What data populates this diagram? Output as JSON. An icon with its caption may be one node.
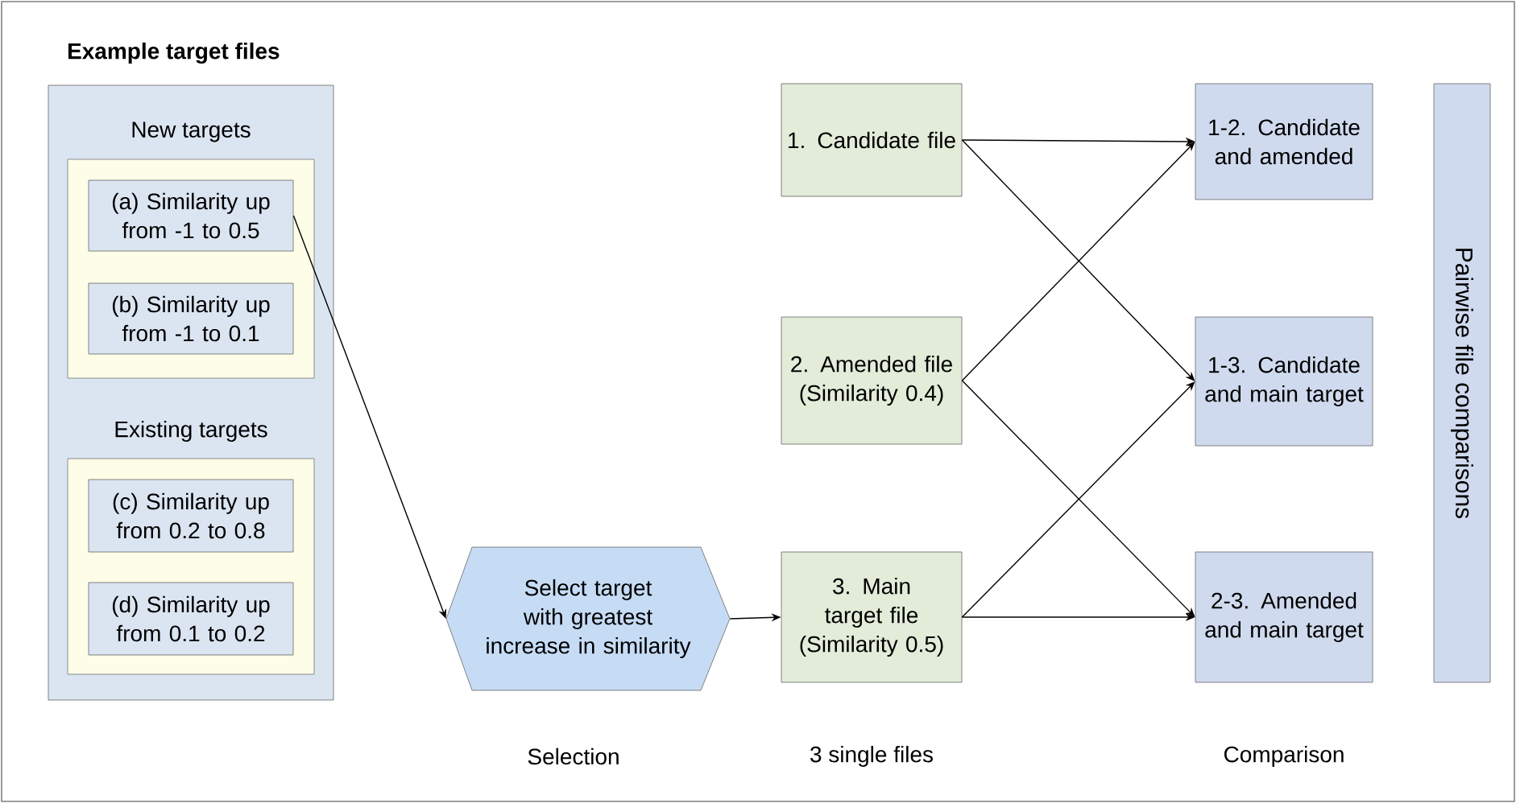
{
  "diagram": {
    "nodes": [
      {
        "text": [
          "Example target files"
        ]
      },
      {
        "text": [
          "New targets"
        ],
        "in": 0
      },
      {
        "text": [
          "(a) Similarity up from -1 to 0.5"
        ],
        "in": 1
      },
      {
        "text": [
          "(b) Similarity up from -1 to 0.1"
        ],
        "in": 1
      },
      {
        "text": [
          "Existing targets"
        ],
        "in": 0
      },
      {
        "text": [
          "(c) Similarity up from 0.2 to 0.8"
        ],
        "in": 4
      },
      {
        "text": [
          "(d) Similarity up from 0.1 to 0.2"
        ],
        "in": 4
      },
      {
        "text": [
          "Select target with greatest increase in similarity"
        ]
      },
      {
        "text": [
          "1. Candidate file"
        ]
      },
      {
        "text": [
          "2. Amended file (Similarity 0.4)"
        ]
      },
      {
        "text": [
          "3. Main target file (Similarity 0.5)"
        ]
      },
      {
        "text": [
          "1-2. Candidate and amended"
        ]
      },
      {
        "text": [
          "1-3. Candidate and main target"
        ]
      },
      {
        "text": [
          "2-3. Amended and main target"
        ]
      },
      {
        "text": [
          "Pairwise file comparisons"
        ]
      }
    ],
    "edges": [
      {
        "from": 2,
        "to": 7,
        "arrow": "to"
      },
      {
        "from": 7,
        "to": 10,
        "arrow": "to"
      },
      {
        "from": 8,
        "to": 11,
        "arrow": "to"
      },
      {
        "from": 8,
        "to": 12,
        "arrow": "to"
      },
      {
        "from": 9,
        "to": 11,
        "arrow": "to"
      },
      {
        "from": 9,
        "to": 13,
        "arrow": "to"
      },
      {
        "from": 10,
        "to": 12,
        "arrow": "to"
      },
      {
        "from": 10,
        "to": 13,
        "arrow": "to"
      }
    ],
    "labels": [
      "Selection",
      "3 single files",
      "Comparison"
    ]
  }
}
